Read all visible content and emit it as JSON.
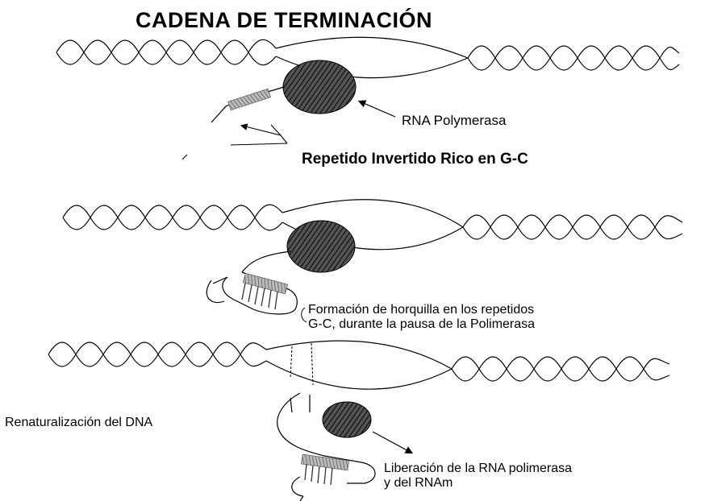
{
  "title": "CADENA DE TERMINACIÓN",
  "panels": [
    {
      "labels": [
        "RNA Polymerasa",
        "Repetido Invertido Rico en G-C"
      ]
    },
    {
      "labels": [
        "Formación de horquilla en los repetidos",
        "G-C, durante la pausa de la Polimerasa"
      ]
    },
    {
      "labels": [
        "Renaturalización del DNA",
        "Liberación de la RNA polimerasa",
        "y del RNAm"
      ]
    }
  ],
  "colors": {
    "ink": "#000000",
    "background": "#ffffff"
  }
}
